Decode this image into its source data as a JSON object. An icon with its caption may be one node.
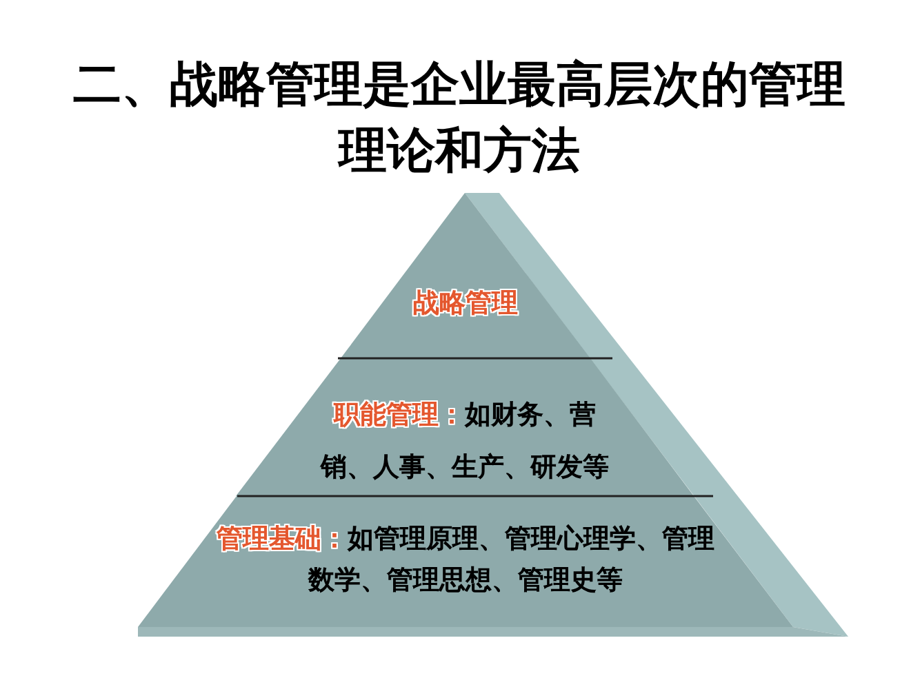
{
  "diagram": {
    "title": "二、战略管理是企业最高层次的管理理论和方法",
    "nodes": [
      {
        "text": [
          "战略管理"
        ]
      },
      {
        "text": [
          "职能管理：",
          "如财务、营销、人事、生产、研发等"
        ]
      },
      {
        "text": [
          "管理基础：",
          "如管理原理、管理心理学、管理数学、管理思想、管理史等"
        ]
      }
    ]
  }
}
